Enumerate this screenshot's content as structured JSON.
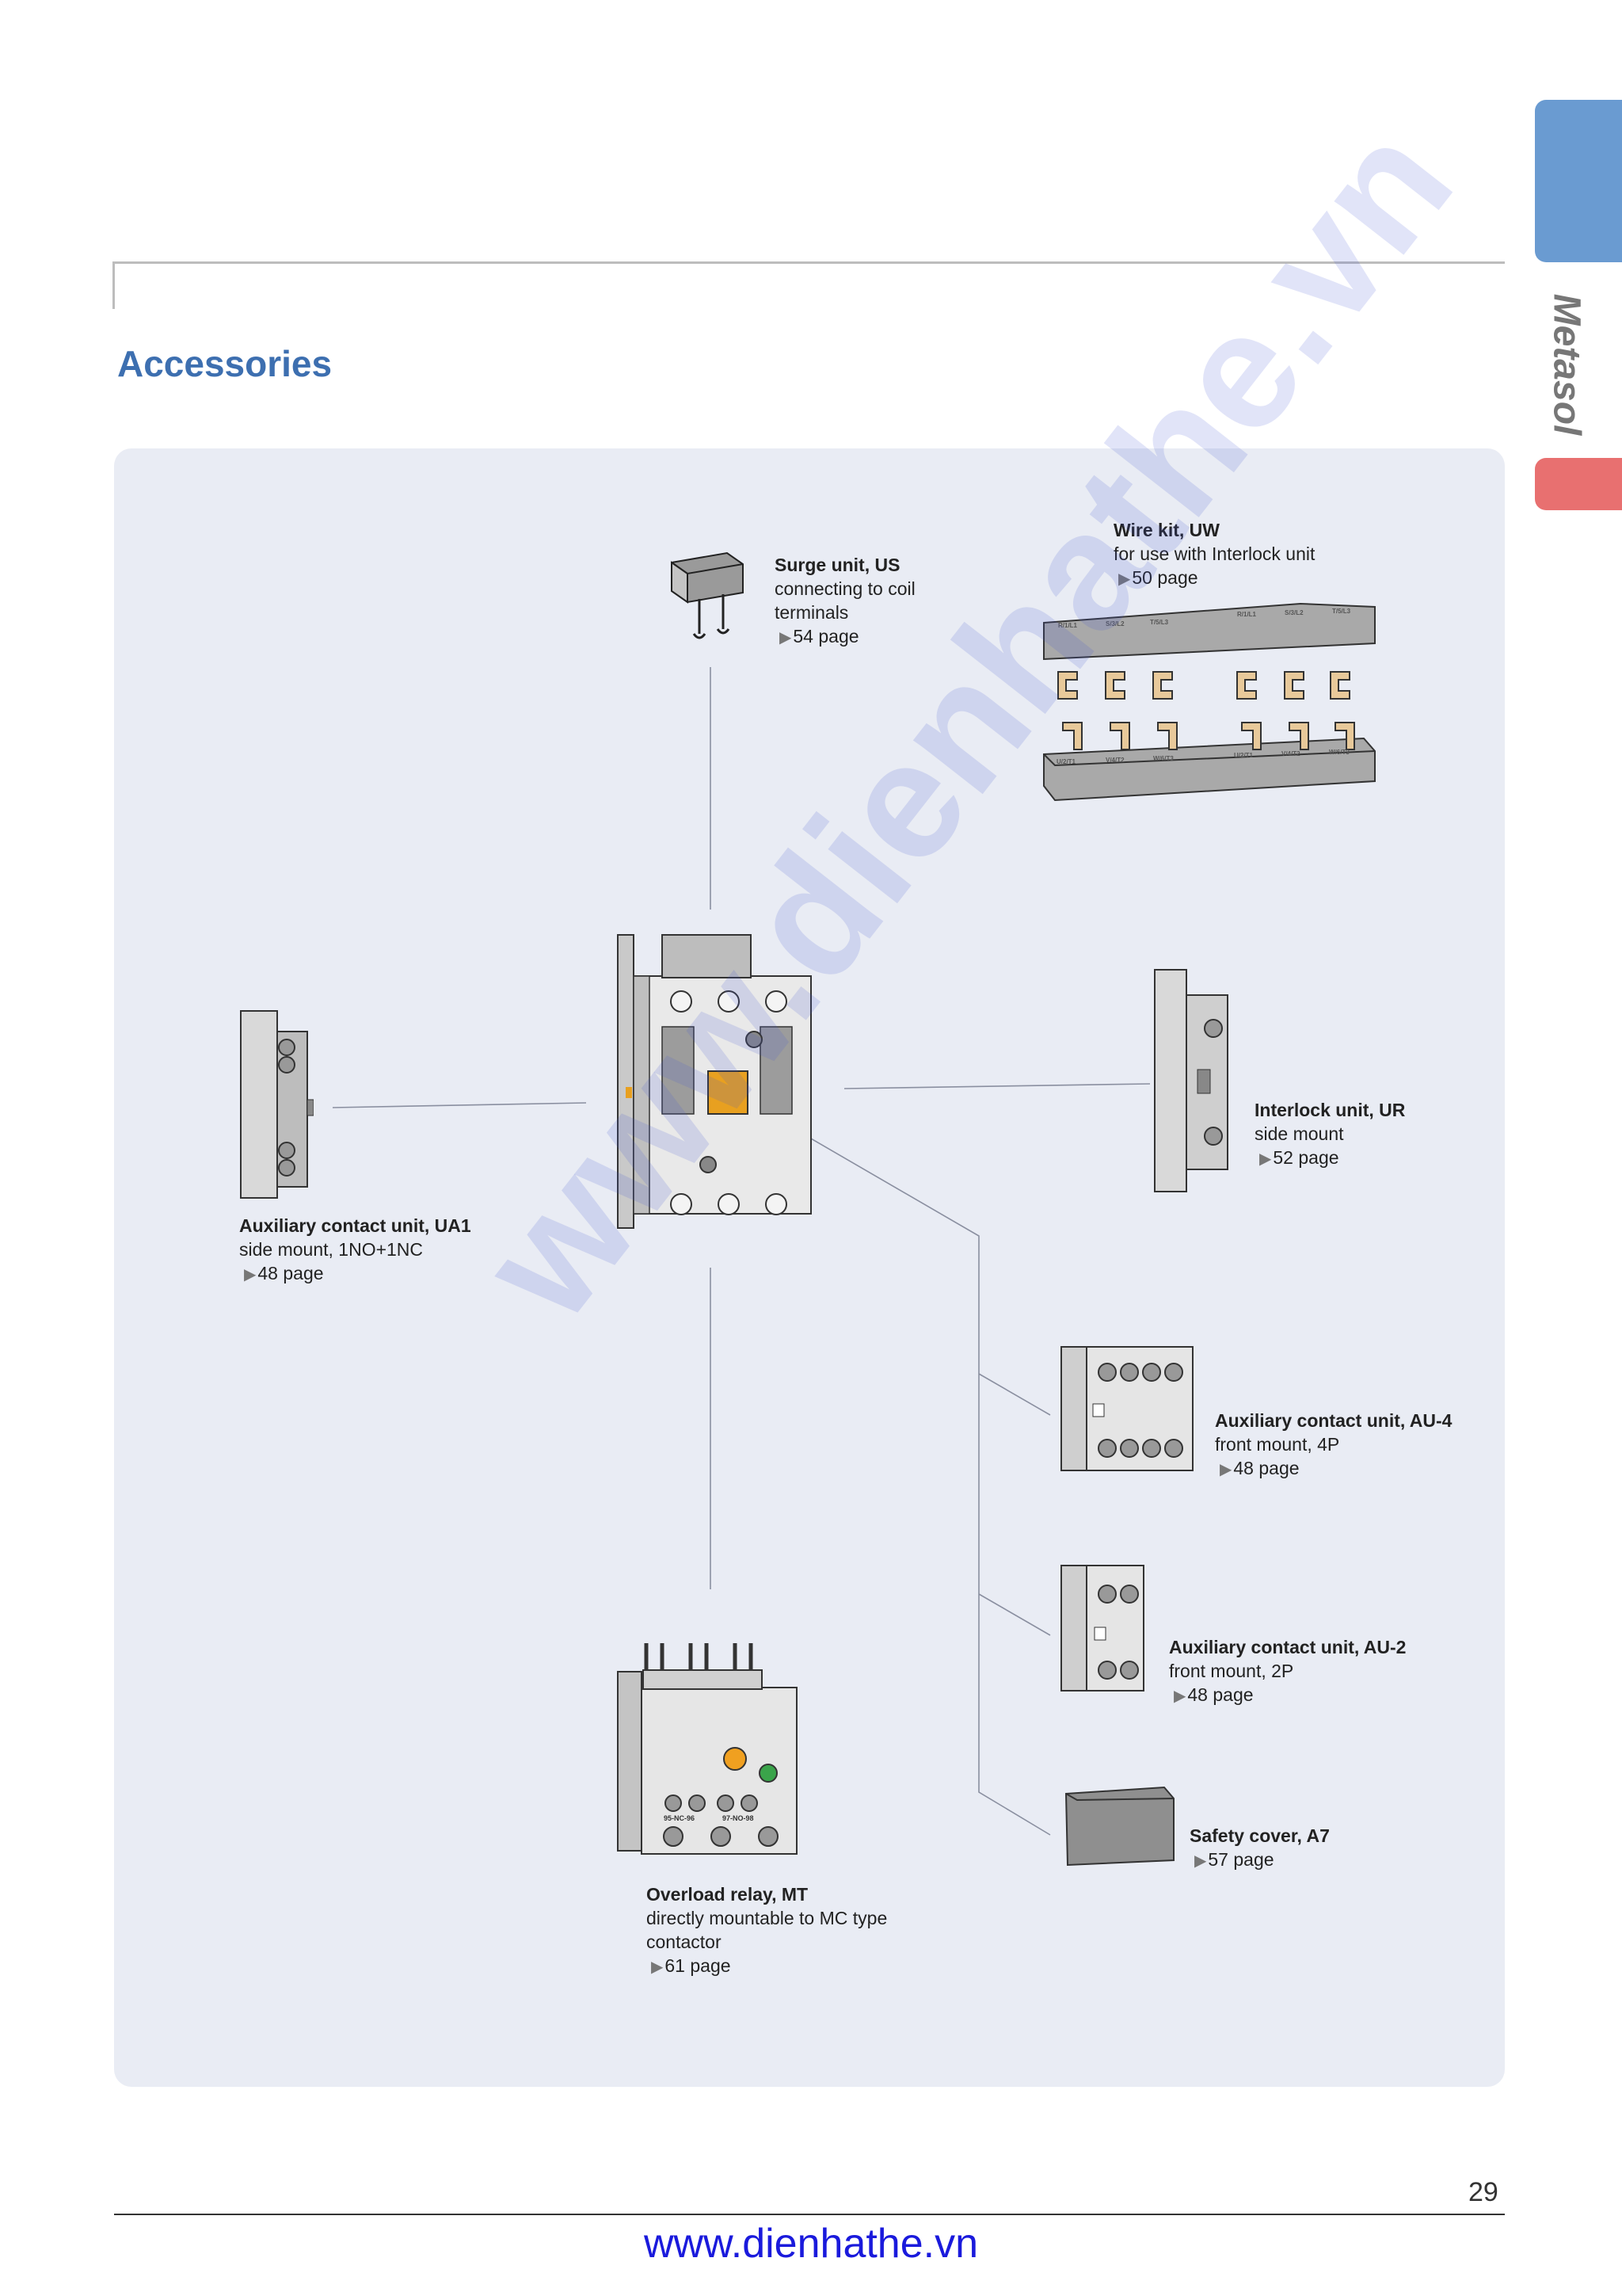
{
  "header": {
    "title": "Accessories"
  },
  "side_tab": {
    "label": "Metasol"
  },
  "items": {
    "surge": {
      "title": "Surge unit, US",
      "desc1": "connecting to coil",
      "desc2": "terminals",
      "page": "54 page"
    },
    "wirekit": {
      "title": "Wire kit, UW",
      "desc1": "for use with Interlock unit",
      "page": "50 page"
    },
    "ua1": {
      "title": "Auxiliary contact unit, UA1",
      "desc1": "side mount, 1NO+1NC",
      "page": "48 page"
    },
    "interlock": {
      "title": "Interlock unit, UR",
      "desc1": "side mount",
      "page": "52 page"
    },
    "au4": {
      "title": "Auxiliary contact unit, AU-4",
      "desc1": "front mount, 4P",
      "page": "48 page"
    },
    "au2": {
      "title": "Auxiliary contact unit, AU-2",
      "desc1": "front mount, 2P",
      "page": "48 page"
    },
    "cover": {
      "title": "Safety cover, A7",
      "page": "57 page"
    },
    "overload": {
      "title": "Overload relay, MT",
      "desc1": "directly mountable to MC type",
      "desc2": "contactor",
      "page": "61 page"
    }
  },
  "relay_labels": {
    "left": "95-NC-96",
    "right": "97-NO-98"
  },
  "wirekit_labels": [
    "R/1/L1",
    "S/3/L2",
    "T/5/L3",
    "R/1/L1",
    "S/3/L2",
    "T/5/L3",
    "U/2/T1",
    "V/4/T2",
    "W/6/T3",
    "U/2/T1",
    "V/4/T2",
    "W/6/T3"
  ],
  "watermark": "www.dienhathe.vn",
  "footer": {
    "page_number": "29",
    "url": "www.dienhathe.vn"
  },
  "colors": {
    "title": "#3d6fb0",
    "panel": "#e9ecf4",
    "tab_blue": "#6a9bd1",
    "tab_red": "#e87070",
    "footer_url": "#1a1adc"
  }
}
